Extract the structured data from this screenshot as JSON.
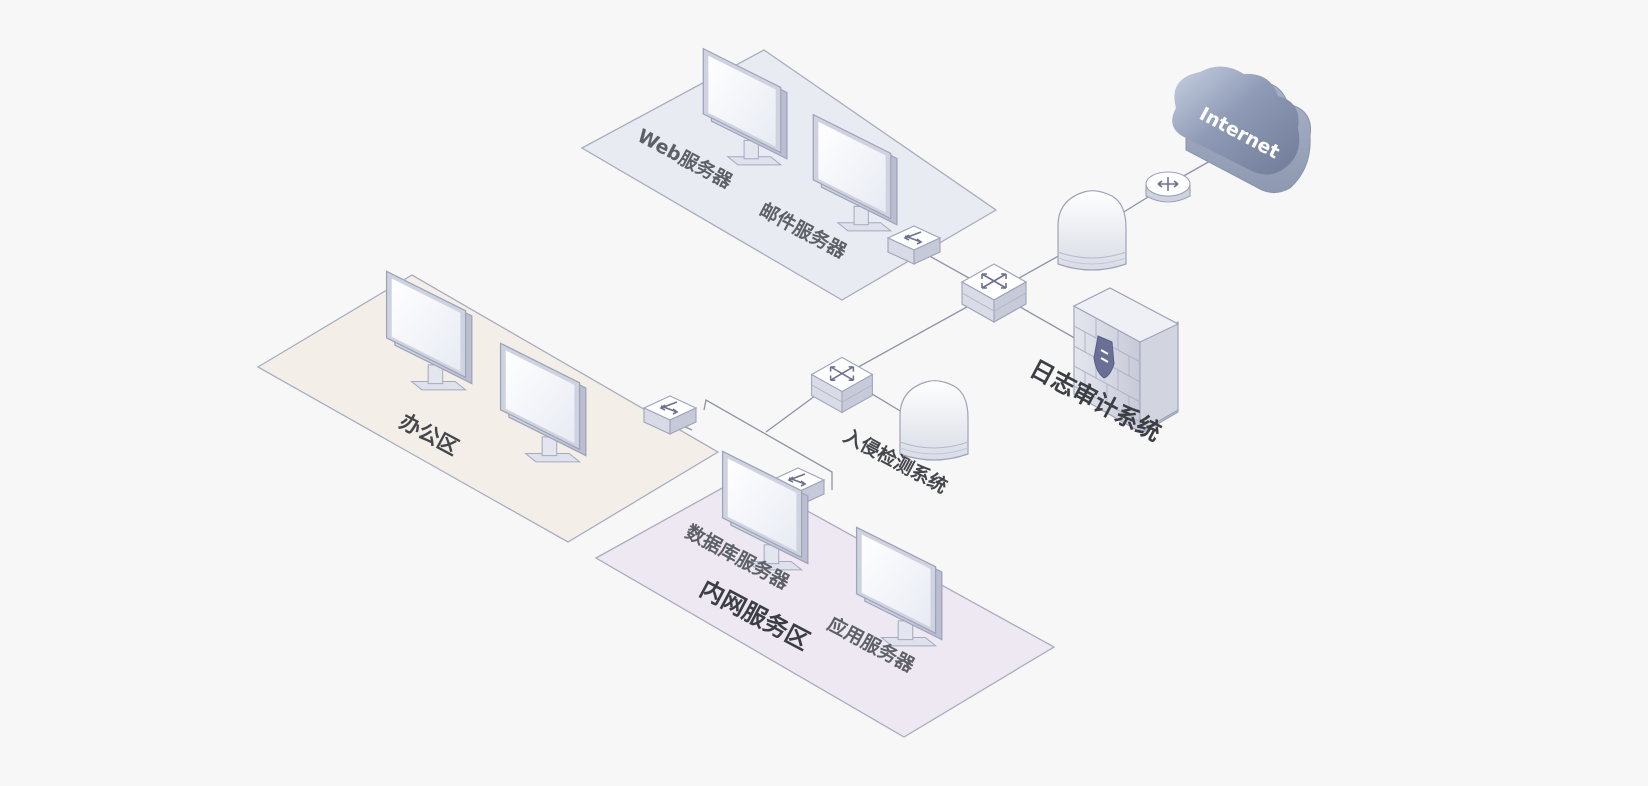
{
  "zones": {
    "dmz": {
      "web_server": "Web服务器",
      "mail_server": "邮件服务器"
    },
    "office": {
      "title": "办公区"
    },
    "intranet": {
      "title": "内网服务区",
      "db_server": "数据库服务器",
      "app_server": "应用服务器"
    }
  },
  "security": {
    "log_audit": "日志审计系统",
    "ids": "入侵检测系统"
  },
  "internet": {
    "label": "Internet"
  },
  "colors": {
    "background": "#f7f7f7",
    "dmz_zone": "#e8ebf1",
    "office_zone": "#f3efe8",
    "intranet_zone": "#ede8f2",
    "zone_border": "#a9adc0",
    "link": "#8f93a8",
    "cloud": "#8c98b3",
    "firewall_shield": "#6a6f96"
  }
}
